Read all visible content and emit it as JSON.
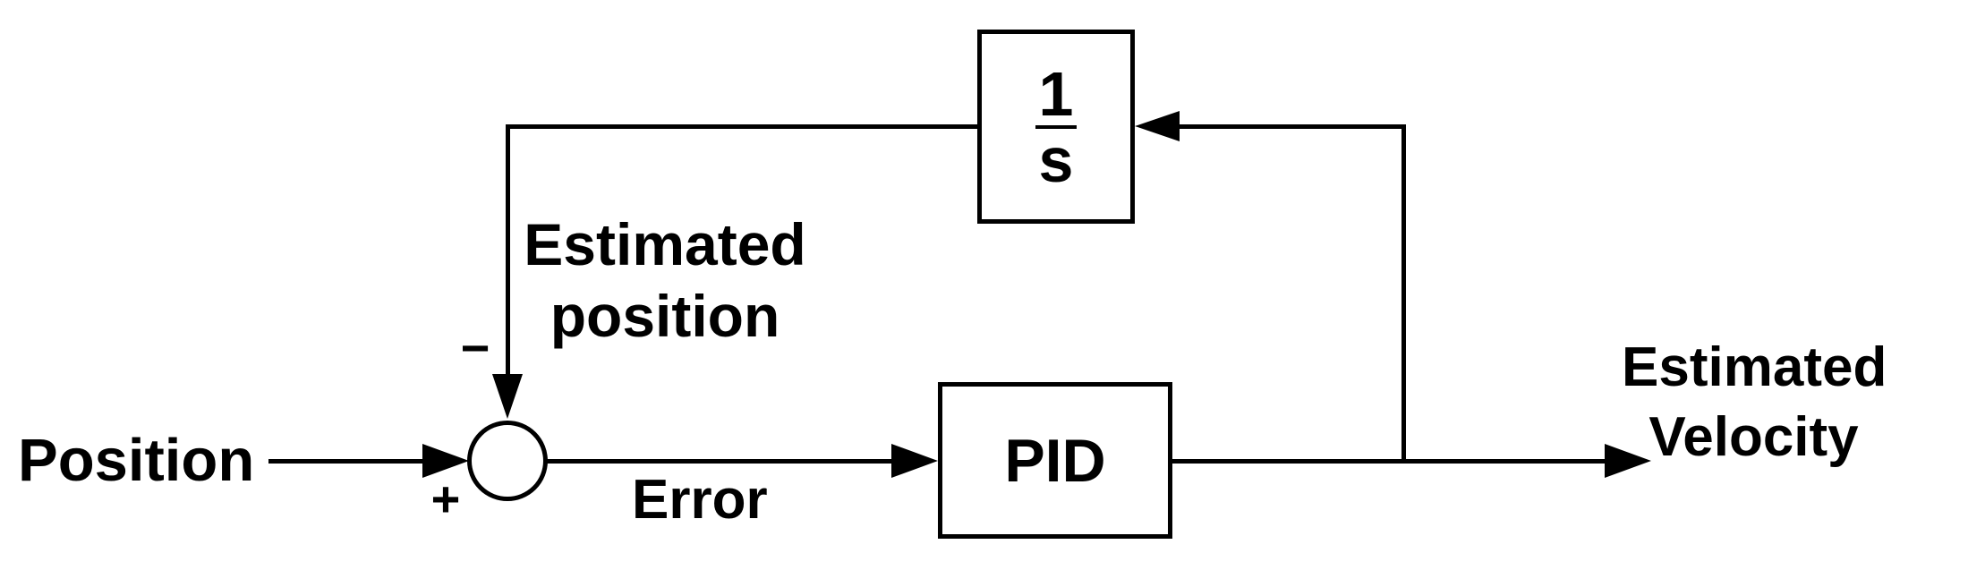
{
  "diagram": {
    "type": "control-block-diagram",
    "background_color": "#ffffff",
    "line_color": "#000000",
    "input_label": "Position",
    "sum_junction": {
      "plus": "+",
      "minus": "−"
    },
    "error_label": "Error",
    "pid_block_label": "PID",
    "integrator_block": {
      "numerator": "1",
      "denominator": "s"
    },
    "feedback_label": {
      "line1": "Estimated",
      "line2": "position"
    },
    "output_label": {
      "line1": "Estimated",
      "line2": "Velocity"
    }
  }
}
